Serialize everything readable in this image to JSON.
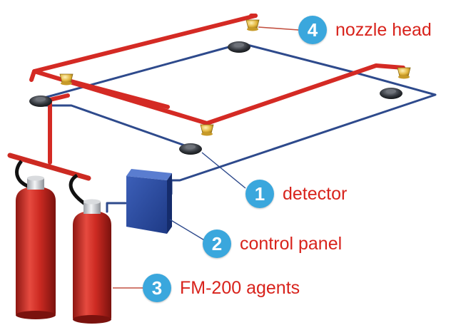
{
  "colors": {
    "red_pipe": "#d42a24",
    "blue_pipe": "#2e4a8c",
    "label_text": "#d8231c",
    "badge": "#3aa7dd",
    "panel": "#2c4a9c",
    "cylinder": "#cc2a22",
    "nozzle": "#e0b339",
    "leader": "#c25040"
  },
  "labels": [
    {
      "id": "nozzle-head",
      "number": "4",
      "text": "nozzle head"
    },
    {
      "id": "detector",
      "number": "1",
      "text": "detector"
    },
    {
      "id": "control-panel",
      "number": "2",
      "text": "control panel"
    },
    {
      "id": "fm200-agents",
      "number": "3",
      "text": "FM-200 agents"
    }
  ],
  "icons": [
    "nozzle-icon",
    "detector-icon",
    "control-panel-icon",
    "gas-cylinder-icon"
  ]
}
